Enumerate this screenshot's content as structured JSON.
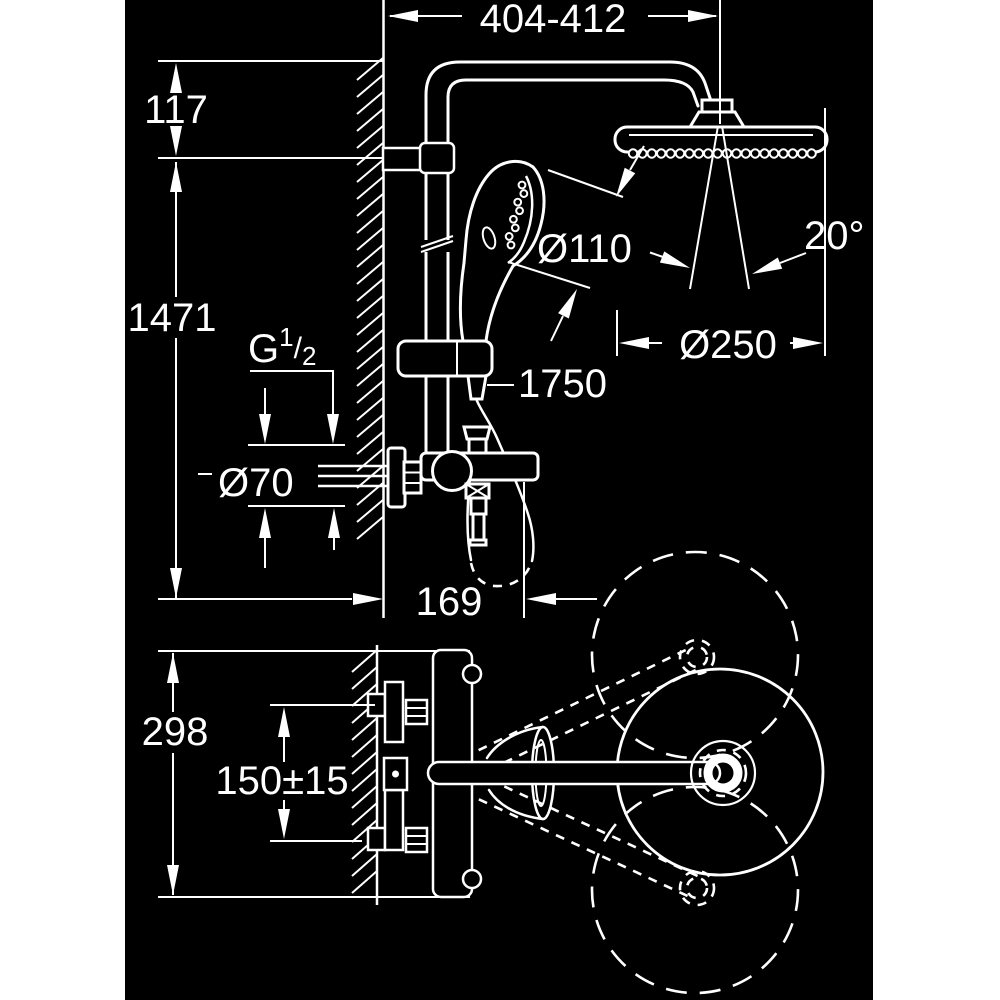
{
  "diagram": {
    "kind": "technical-dimension-drawing",
    "subject": "wall-mounted shower system with head shower, hand shower and bath thermostat, front view and top view",
    "colors": {
      "page_background": "#ffffff",
      "drawing_background": "#000000",
      "line_color": "#ffffff"
    },
    "labels": {
      "top_width": "404-412",
      "head_offset": "117",
      "riser_height": "1471",
      "thread_g": "G",
      "thread_num": "1",
      "thread_slash": "/",
      "thread_den": "2",
      "hand_shower_diameter": "Ø110",
      "hose_length": "1750",
      "swivel_angle": "20°",
      "head_shower_diameter": "Ø250",
      "escutcheon_diameter": "Ø70",
      "projection": "169",
      "body_height": "298",
      "supply_spacing": "150±15"
    }
  }
}
